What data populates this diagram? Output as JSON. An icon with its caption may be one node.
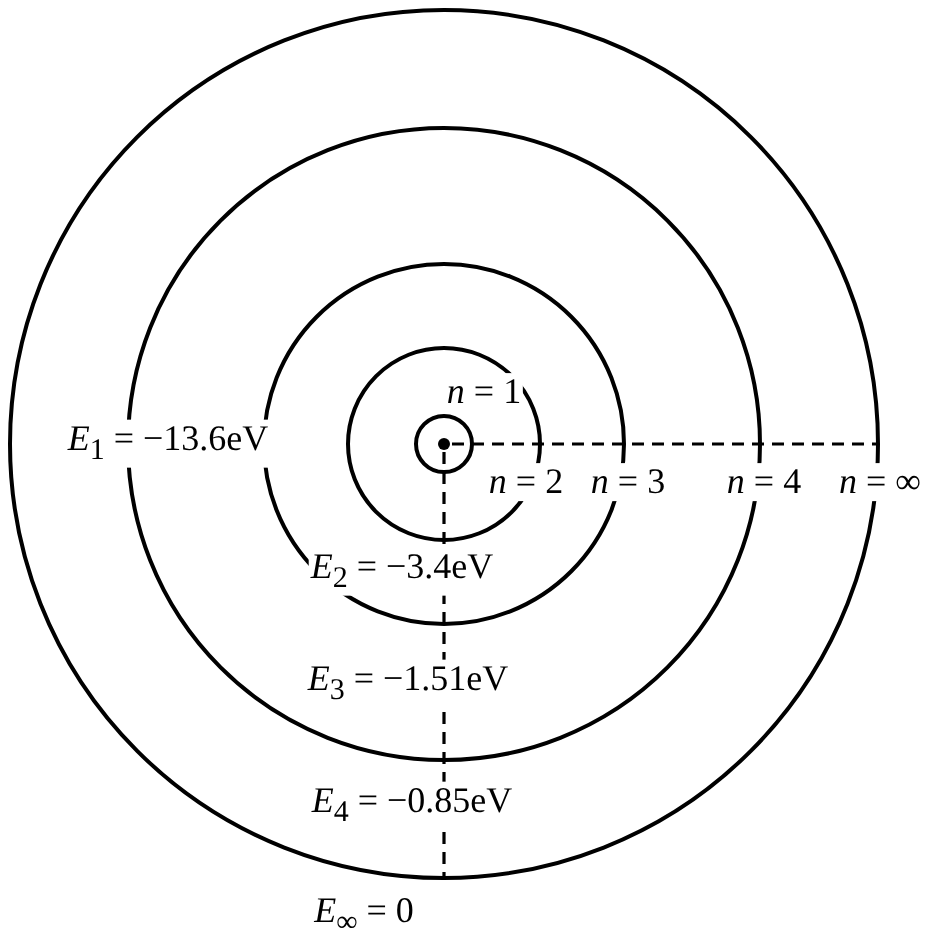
{
  "diagram": {
    "labels": [
      "*n* = 1",
      "*E*$_{1}$ = −13.6eV",
      "*n* = 2",
      "*n* = 3",
      "*n* = 4",
      "*n* = ∞",
      "*E*$_{2}$ = −3.4eV",
      "*E*$_{3}$ = −1.51eV",
      "*E*$_{4}$ = −0.85eV",
      "*E*$_{∞}$ = 0"
    ]
  }
}
